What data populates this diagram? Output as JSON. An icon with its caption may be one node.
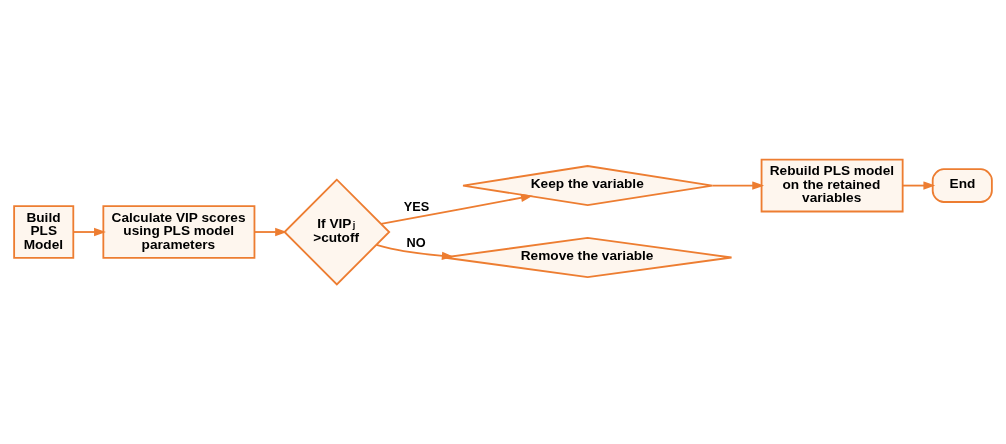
{
  "diagram": {
    "nodes": [
      {
        "text": [
          "Build PLS Model"
        ]
      },
      {
        "text": [
          "Calculate VIP scores using PLS model parameters"
        ]
      },
      {
        "text": [
          "If VIP$_{j}$ >cutoff"
        ]
      },
      {
        "text": [
          "Keep the variable"
        ]
      },
      {
        "text": [
          "Remove the variable"
        ]
      },
      {
        "text": [
          "Rebuild PLS model on the retained variables"
        ]
      },
      {
        "text": [
          "End"
        ]
      }
    ],
    "edges": [
      {
        "from": 0,
        "to": 1,
        "arrow": "to"
      },
      {
        "from": 1,
        "to": 2,
        "arrow": "to"
      },
      {
        "from": 2,
        "to": 3,
        "arrow": "to",
        "label": "YES"
      },
      {
        "from": 2,
        "to": 4,
        "arrow": "to",
        "label": "NO"
      },
      {
        "from": 3,
        "to": 5,
        "arrow": "to"
      },
      {
        "from": 5,
        "to": 6,
        "arrow": "to"
      }
    ]
  }
}
